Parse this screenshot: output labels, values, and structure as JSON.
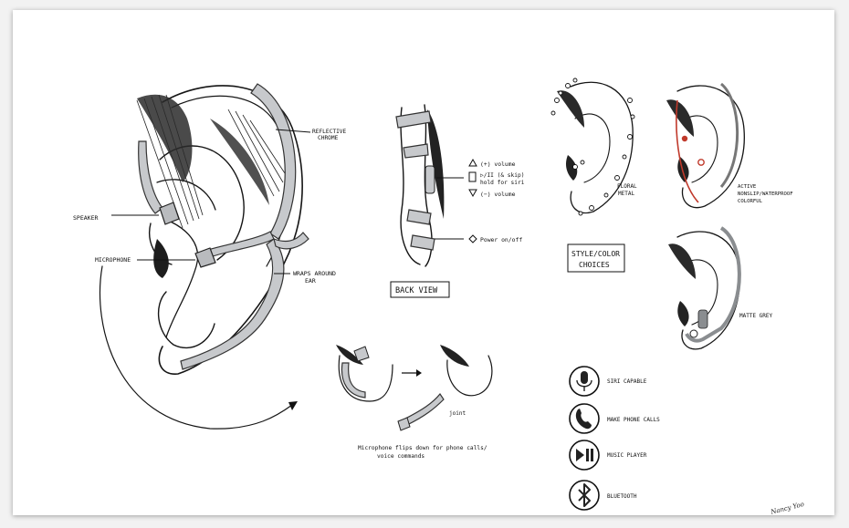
{
  "labels": {
    "reflective_chrome": [
      "REFLECTIVE",
      "CHROME"
    ],
    "speaker": "SPEAKER",
    "microphone": "MICROPHONE",
    "wraps_around_ear": [
      "WRAPS AROUND",
      "EAR"
    ],
    "volume_up": "(+) volume",
    "skip": [
      "▷/II (& skip)",
      "hold for siri"
    ],
    "volume_down": "(−) volume",
    "power": "Power on/off",
    "back_view": "BACK VIEW",
    "joint": "joint",
    "microphone_flips": [
      "Microphone flips down for phone calls/",
      "voice commands"
    ],
    "style_color": [
      "STYLE/COLOR",
      "CHOICES"
    ],
    "floral_metal": [
      "FLORAL",
      "METAL"
    ],
    "active": [
      "ACTIVE",
      "NONSLIP/WATERPROOF",
      "COLORFUL"
    ],
    "matte_grey": "MATTE GREY",
    "signature": "Nancy Yoo"
  },
  "features": [
    {
      "icon": "microphone-icon",
      "label": "SIRI CAPABLE"
    },
    {
      "icon": "phone-icon",
      "label": "MAKE PHONE CALLS"
    },
    {
      "icon": "play-pause-icon",
      "label": "MUSIC PLAYER"
    },
    {
      "icon": "bluetooth-icon",
      "label": "BLUETOOTH"
    }
  ],
  "colors": {
    "ink": "#151515",
    "chrome_band": "#c7c9cc",
    "active_accent": "#c0392b",
    "matte_grey": "#8a8d90"
  }
}
